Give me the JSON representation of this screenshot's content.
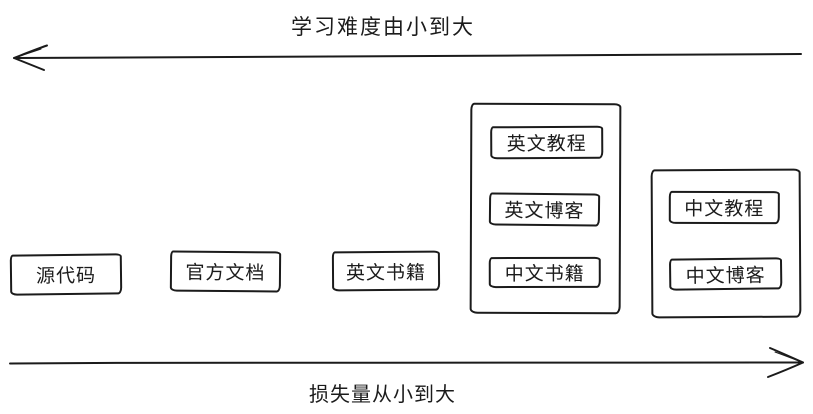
{
  "diagram": {
    "top_arrow": {
      "label": "学习难度由小到大",
      "direction": "left"
    },
    "bottom_arrow": {
      "label": "损失量从小到大",
      "direction": "right"
    },
    "boxes": [
      {
        "label": "源代码"
      },
      {
        "label": "官方文档"
      },
      {
        "label": "英文书籍"
      }
    ],
    "group_boxes": [
      {
        "items": [
          {
            "label": "英文教程"
          },
          {
            "label": "英文博客"
          },
          {
            "label": "中文书籍"
          }
        ]
      },
      {
        "items": [
          {
            "label": "中文教程"
          },
          {
            "label": "中文博客"
          }
        ]
      }
    ],
    "colors": {
      "stroke": "#1b1b1b",
      "background": "#ffffff"
    }
  }
}
